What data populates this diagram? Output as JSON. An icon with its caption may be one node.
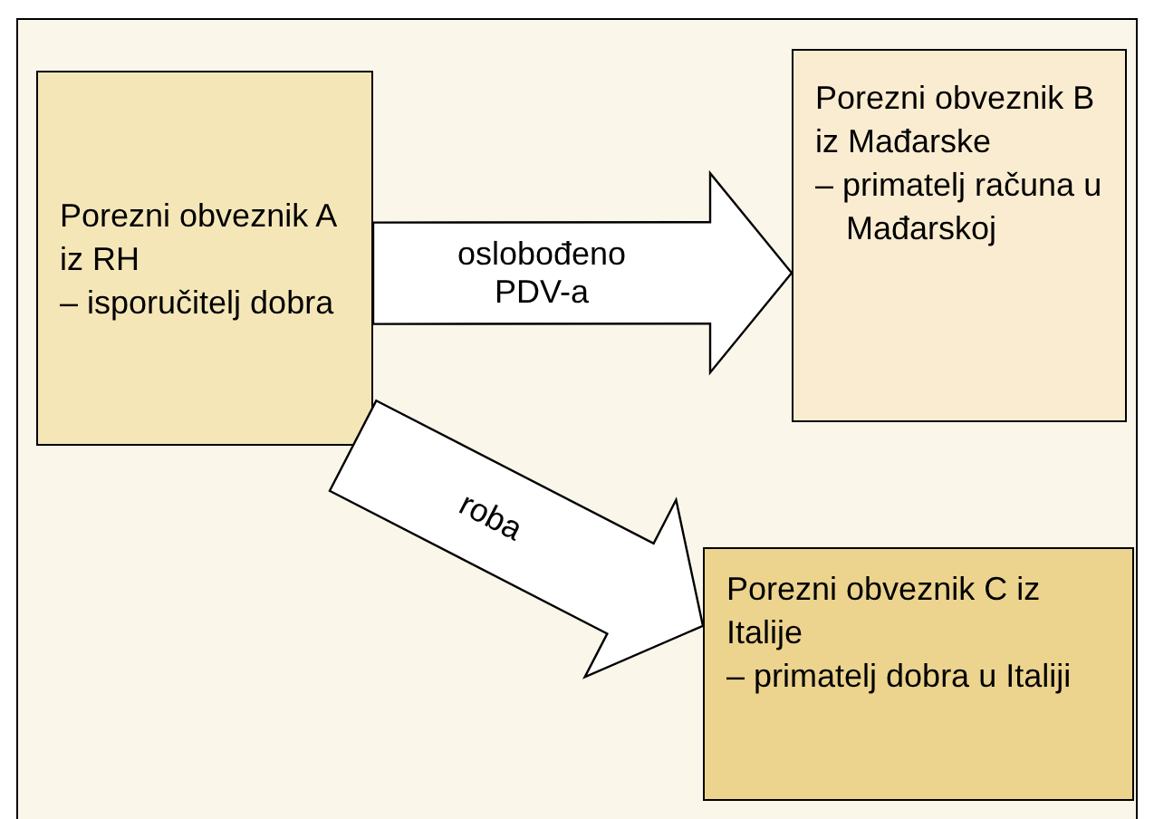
{
  "diagram": {
    "nodes": [
      {
        "text": [
          "Porezni obveznik A iz RH",
          "– isporučitelj dobra"
        ]
      },
      {
        "text": [
          "Porezni obveznik B iz Mađarske",
          "– primatelj računa u Mađarskoj"
        ]
      },
      {
        "text": [
          "Porezni obveznik C iz Italije",
          "– primatelj dobra u Italiji"
        ]
      }
    ],
    "edges": [
      {
        "from": 0,
        "to": 1,
        "arrow": "to",
        "label": "oslobođeno PDV-a"
      },
      {
        "from": 0,
        "to": 2,
        "arrow": "to",
        "label": "roba"
      }
    ]
  }
}
